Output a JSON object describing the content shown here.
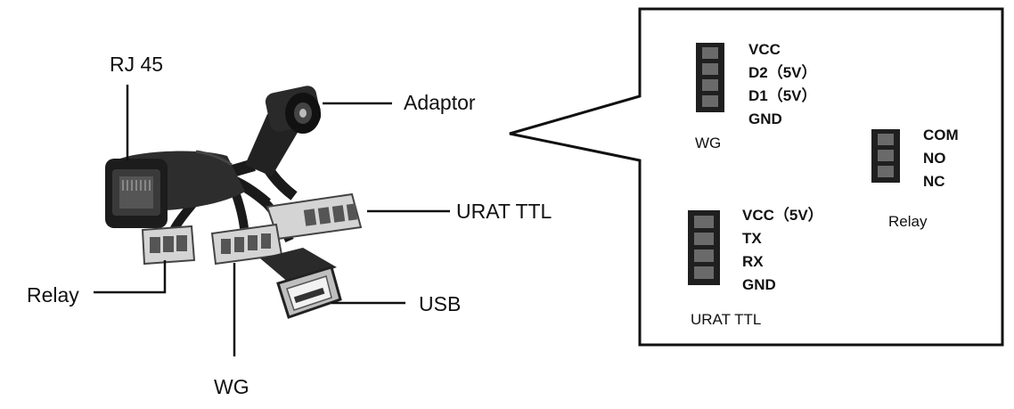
{
  "cable": {
    "rj45": "RJ 45",
    "adaptor": "Adaptor",
    "urat_ttl": "URAT TTL",
    "relay": "Relay",
    "usb": "USB",
    "wg": "WG"
  },
  "panel": {
    "wg": {
      "title": "WG",
      "pins": [
        "VCC",
        "D2（5V）",
        "D1（5V）",
        "GND"
      ]
    },
    "relay": {
      "title": "Relay",
      "pins": [
        "COM",
        "NO",
        "NC"
      ]
    },
    "urat": {
      "title": "URAT TTL",
      "pins": [
        "VCC（5V）",
        "TX",
        "RX",
        "GND"
      ]
    }
  },
  "colors": {
    "line": "#111111",
    "connector_dark": "#2b2b2b",
    "connector_light": "#d7d7d7"
  }
}
